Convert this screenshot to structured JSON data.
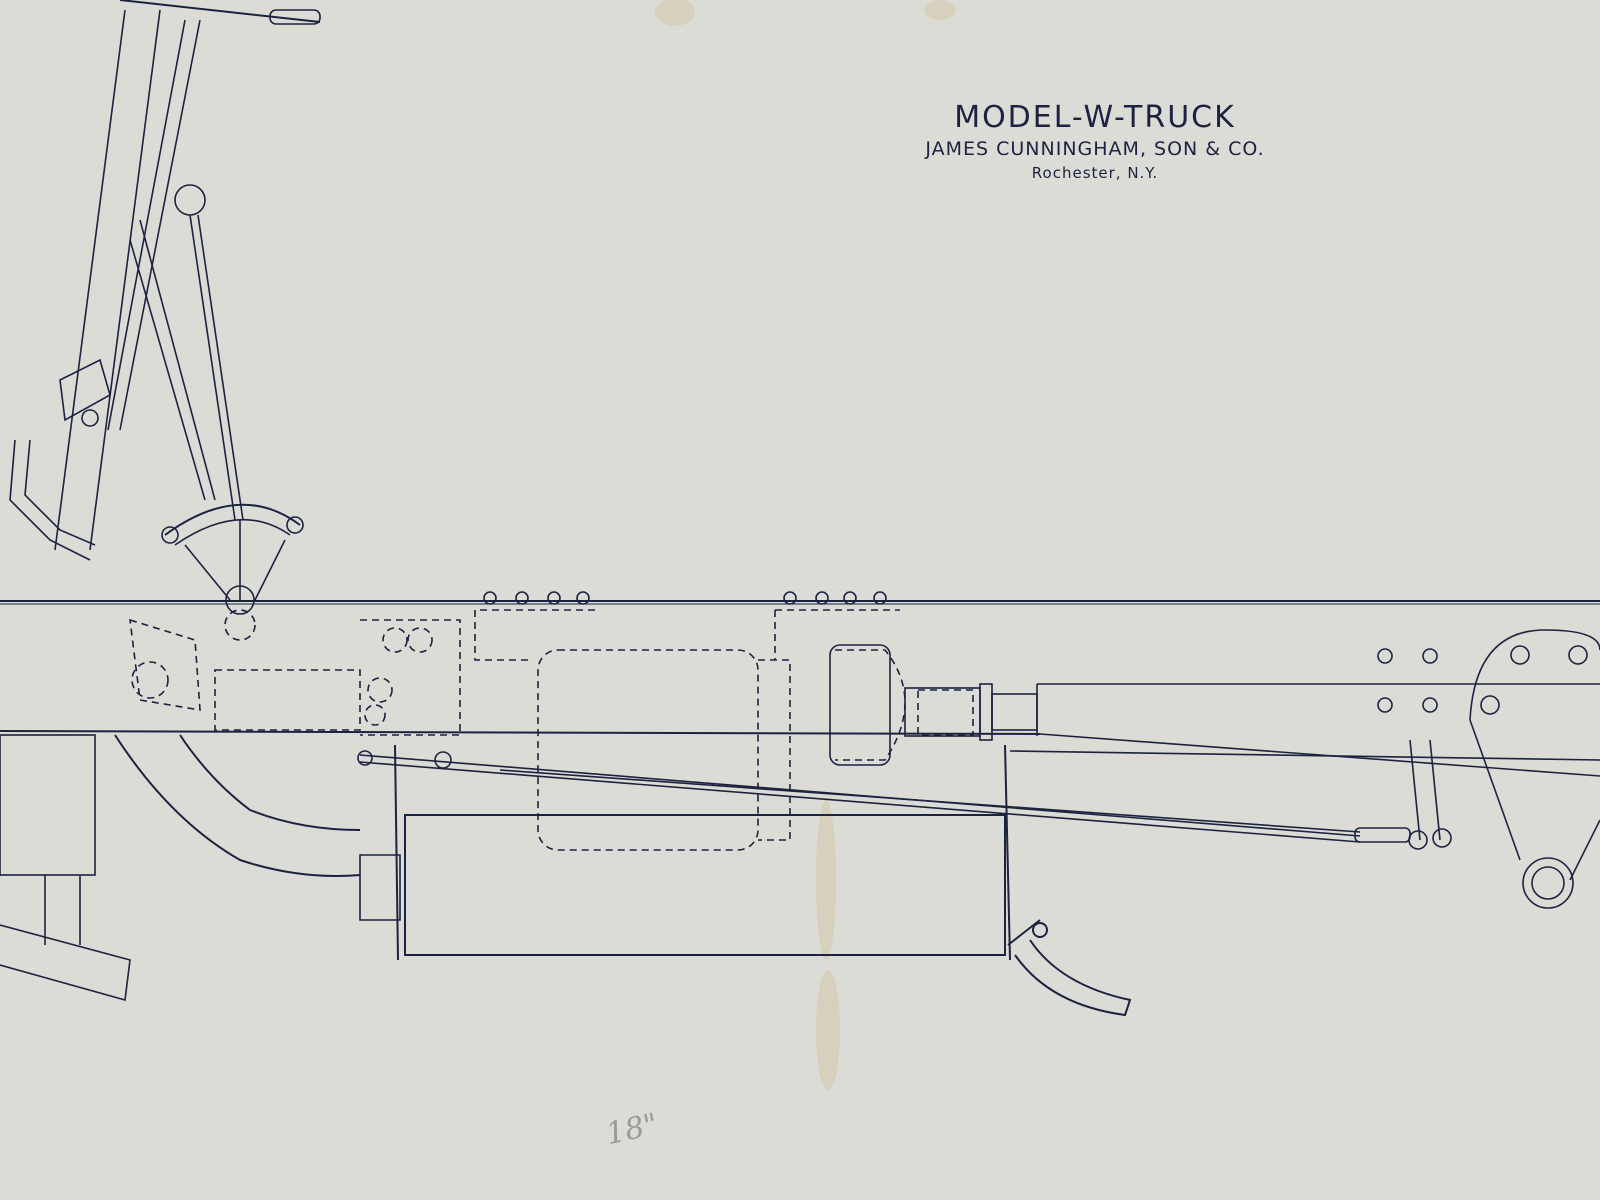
{
  "drawing": {
    "title": "MODEL-W-TRUCK",
    "company": "JAMES CUNNINGHAM, SON & CO.",
    "location": "Rochester, N.Y.",
    "pencil_note": "18\"",
    "colors": {
      "paper": "#dcdcd6",
      "ink": "#1d2240",
      "stain": "#c9b47a",
      "pencil": "#9a9a96"
    }
  }
}
